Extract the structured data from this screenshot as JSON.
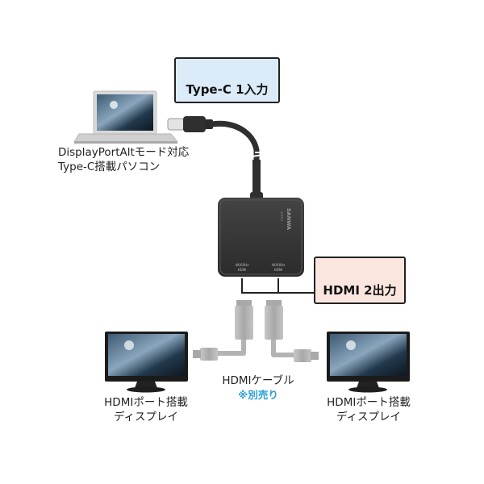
{
  "callouts": {
    "typec_input": "Type-C 1入力",
    "hdmi_output": "HDMI 2出力"
  },
  "laptop_caption": {
    "line1": "DisplayPortAltモード対応",
    "line2": "Type-C搭載パソコン"
  },
  "adapter": {
    "brand": "SANWA",
    "brand_sub": "SUPPLY",
    "port_left": {
      "line1": "4K/60Hz",
      "line2": "HDMI"
    },
    "port_right": {
      "line1": "4K/60Hz",
      "line2": "HDMI"
    }
  },
  "cable": {
    "label": "HDMIケーブル",
    "note": "※別売り"
  },
  "monitor_left": {
    "line1": "HDMIポート搭載",
    "line2": "ディスプレイ"
  },
  "monitor_right": {
    "line1": "HDMIポート搭載",
    "line2": "ディスプレイ"
  },
  "colors": {
    "typec_box": "#dcebf8",
    "hdmi_box": "#fbe6df",
    "adapter_body": "#333333",
    "note_blue": "#2a9fd6",
    "cable_gray": "#b5b5b5"
  }
}
